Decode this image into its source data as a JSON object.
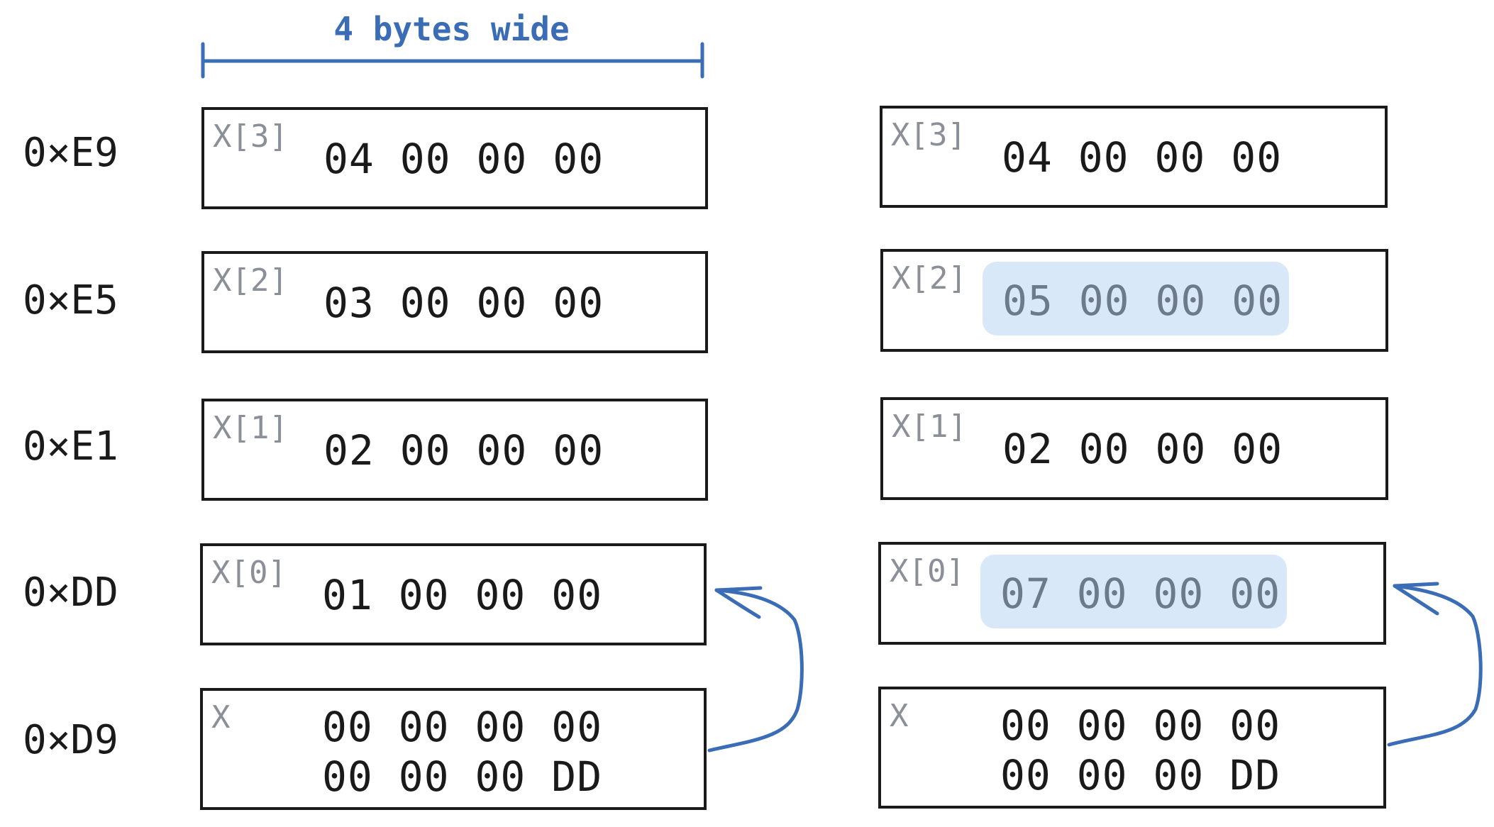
{
  "width_label": "4 bytes wide",
  "addresses": [
    "0×E9",
    "0×E5",
    "0×E1",
    "0×DD",
    "0×D9"
  ],
  "left_cells": [
    {
      "label": "X[3]",
      "value": "04 00 00 00"
    },
    {
      "label": "X[2]",
      "value": "03 00 00 00"
    },
    {
      "label": "X[1]",
      "value": "02 00 00 00"
    },
    {
      "label": "X[0]",
      "value": "01 00 00 00"
    },
    {
      "label": "X",
      "line1": "00 00 00 00",
      "line2": "00 00 00 DD"
    }
  ],
  "right_cells": [
    {
      "label": "X[3]",
      "value": "04 00 00 00",
      "highlight": false
    },
    {
      "label": "X[2]",
      "value": "05 00 00 00",
      "highlight": true
    },
    {
      "label": "X[1]",
      "value": "02 00 00 00",
      "highlight": false
    },
    {
      "label": "X[0]",
      "value": "07 00 00 00",
      "highlight": true
    },
    {
      "label": "X",
      "line1": "00 00 00 00",
      "line2": "00 00 00 DD",
      "highlight": false
    }
  ],
  "colors": {
    "accent": "#3a6db5",
    "highlight_fill": "#d9e8f9",
    "border": "#1a1a1a",
    "label_gray": "#8a8f98"
  }
}
